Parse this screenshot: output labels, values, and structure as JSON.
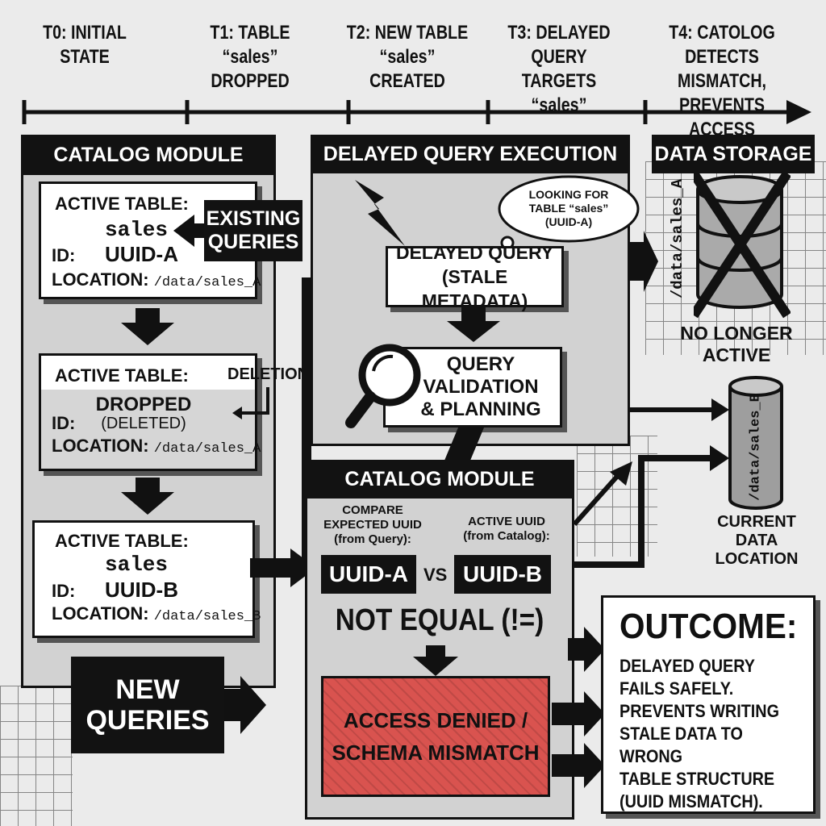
{
  "timeline": [
    "T0: INITIAL\nSTATE",
    "T1: TABLE\n“sales”\nDROPPED",
    "T2: NEW TABLE\n“sales”\nCREATED",
    "T3: DELAYED\nQUERY TARGETS\n“sales”",
    "T4: CATOLOG\nDETECTS MISMATCH,\nPREVENTS ACCESS"
  ],
  "catalog_left": {
    "title": "CATALOG MODULE",
    "card1": {
      "label": "ACTIVE TABLE:",
      "name": "sales",
      "id_label": "ID:",
      "id": "UUID-A",
      "loc_label": "LOCATION:",
      "loc": "/data/sales_A"
    },
    "existing": "EXISTING\nQUERIES",
    "card2": {
      "label": "ACTIVE TABLE:",
      "deletion": "DELETION",
      "name": "DROPPED",
      "name2": "(DELETED)",
      "id_label": "ID:",
      "loc_label": "LOCATION:",
      "loc": "/data/sales_A"
    },
    "card3": {
      "label": "ACTIVE TABLE:",
      "name": "sales",
      "id_label": "ID:",
      "id": "UUID-B",
      "loc_label": "LOCATION:",
      "loc": "/data/sales_B"
    },
    "new_queries": "NEW\nQUERIES"
  },
  "delayed": {
    "title": "DELAYED QUERY EXECUTION",
    "thought": "LOOKING FOR\nTABLE “sales”\n(UUID-A)",
    "query_box": "DELAYED QUERY\n(STALE METADATA)",
    "validation": "QUERY\nVALIDATION\n& PLANNING"
  },
  "storage": {
    "title": "DATA STORAGE",
    "db_a": "/data/sales_A",
    "no_longer": "NO LONGER\nACTIVE",
    "db_b": "/data/sales_B",
    "current": "CURRENT\nDATA\nLOCATION"
  },
  "catalog_right": {
    "title": "CATALOG MODULE",
    "compare": "COMPARE\nEXPECTED UUID\n(from Query):",
    "active": "ACTIVE UUID\n(from Catalog):",
    "uuid_a": "UUID-A",
    "vs": "VS",
    "uuid_b": "UUID-B",
    "not_equal": "NOT EQUAL (!=)",
    "denied": "ACCESS DENIED /\nSCHEMA MISMATCH"
  },
  "outcome": {
    "title": "OUTCOME:",
    "text": "DELAYED QUERY\nFAILS SAFELY.\nPREVENTS WRITING\nSTALE DATA TO WRONG\nTABLE STRUCTURE\n(UUID MISMATCH)."
  },
  "colors": {
    "ink": "#111111",
    "panel": "#cfcfcf",
    "denied": "#d9534f",
    "paper": "#ebebeb"
  }
}
